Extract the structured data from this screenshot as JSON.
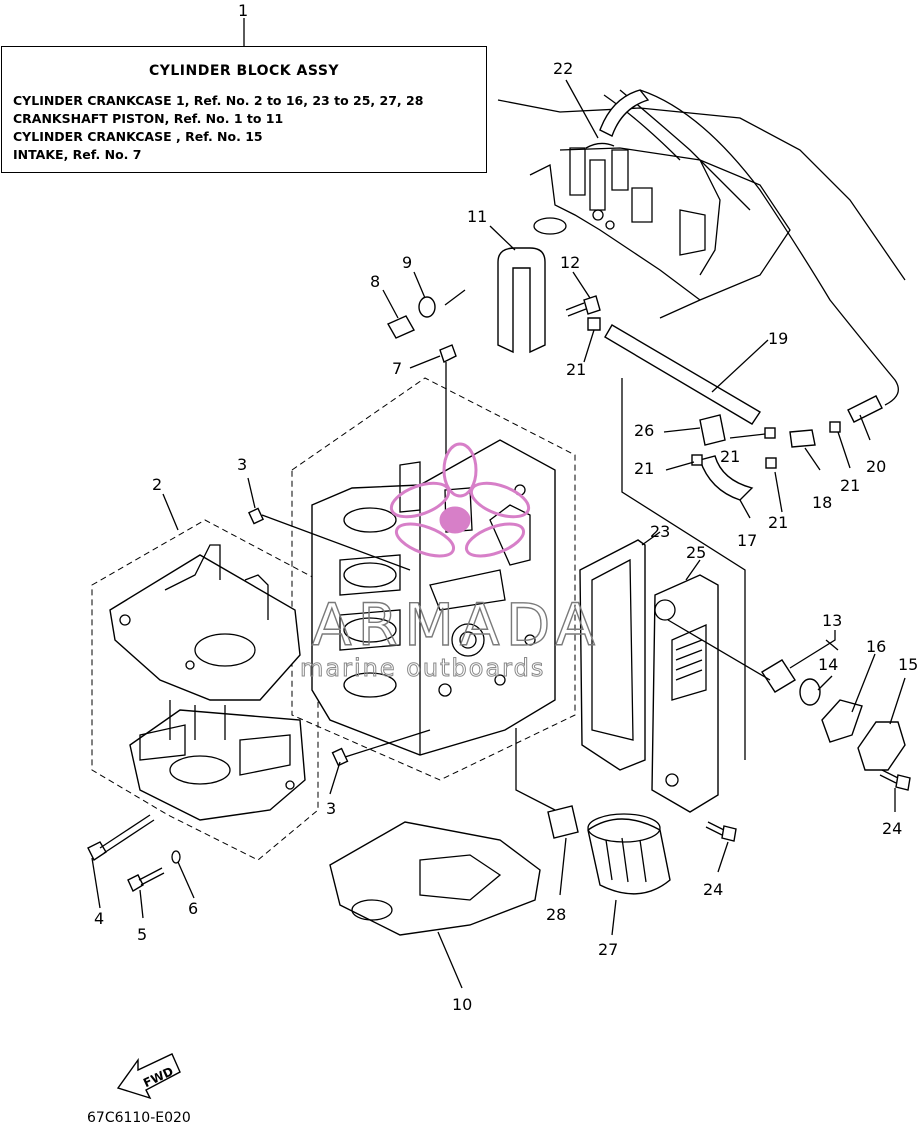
{
  "assembly": {
    "callout": "1",
    "title": "CYLINDER  BLOCK ASSY",
    "rows": [
      "CYLINDER CRANKCASE 1,  Ref. No. 2 to 16, 23 to 25, 27, 28",
      "CRANKSHAFT PISTON,        Ref. No. 1 to 11",
      "CYLINDER CRANKCASE ,     Ref. No. 15",
      "INTAKE,   Ref. No. 7"
    ]
  },
  "callouts": {
    "c2": "2",
    "c3a": "3",
    "c3b": "3",
    "c4": "4",
    "c5": "5",
    "c6": "6",
    "c7": "7",
    "c8": "8",
    "c9": "9",
    "c10": "10",
    "c11": "11",
    "c12": "12",
    "c13": "13",
    "c14": "14",
    "c15": "15",
    "c16": "16",
    "c17": "17",
    "c18": "18",
    "c19": "19",
    "c20": "20",
    "c21a": "21",
    "c21b": "21",
    "c21c": "21",
    "c21d": "21",
    "c21e": "21",
    "c22": "22",
    "c23": "23",
    "c24a": "24",
    "c24b": "24",
    "c25": "25",
    "c26": "26",
    "c27": "27",
    "c28": "28"
  },
  "direction_label": "FWD",
  "watermark": {
    "main": "ARMADA",
    "sub": "marine outboards",
    "color": "#d77fc8"
  },
  "footer_code": "67C6110-E020"
}
